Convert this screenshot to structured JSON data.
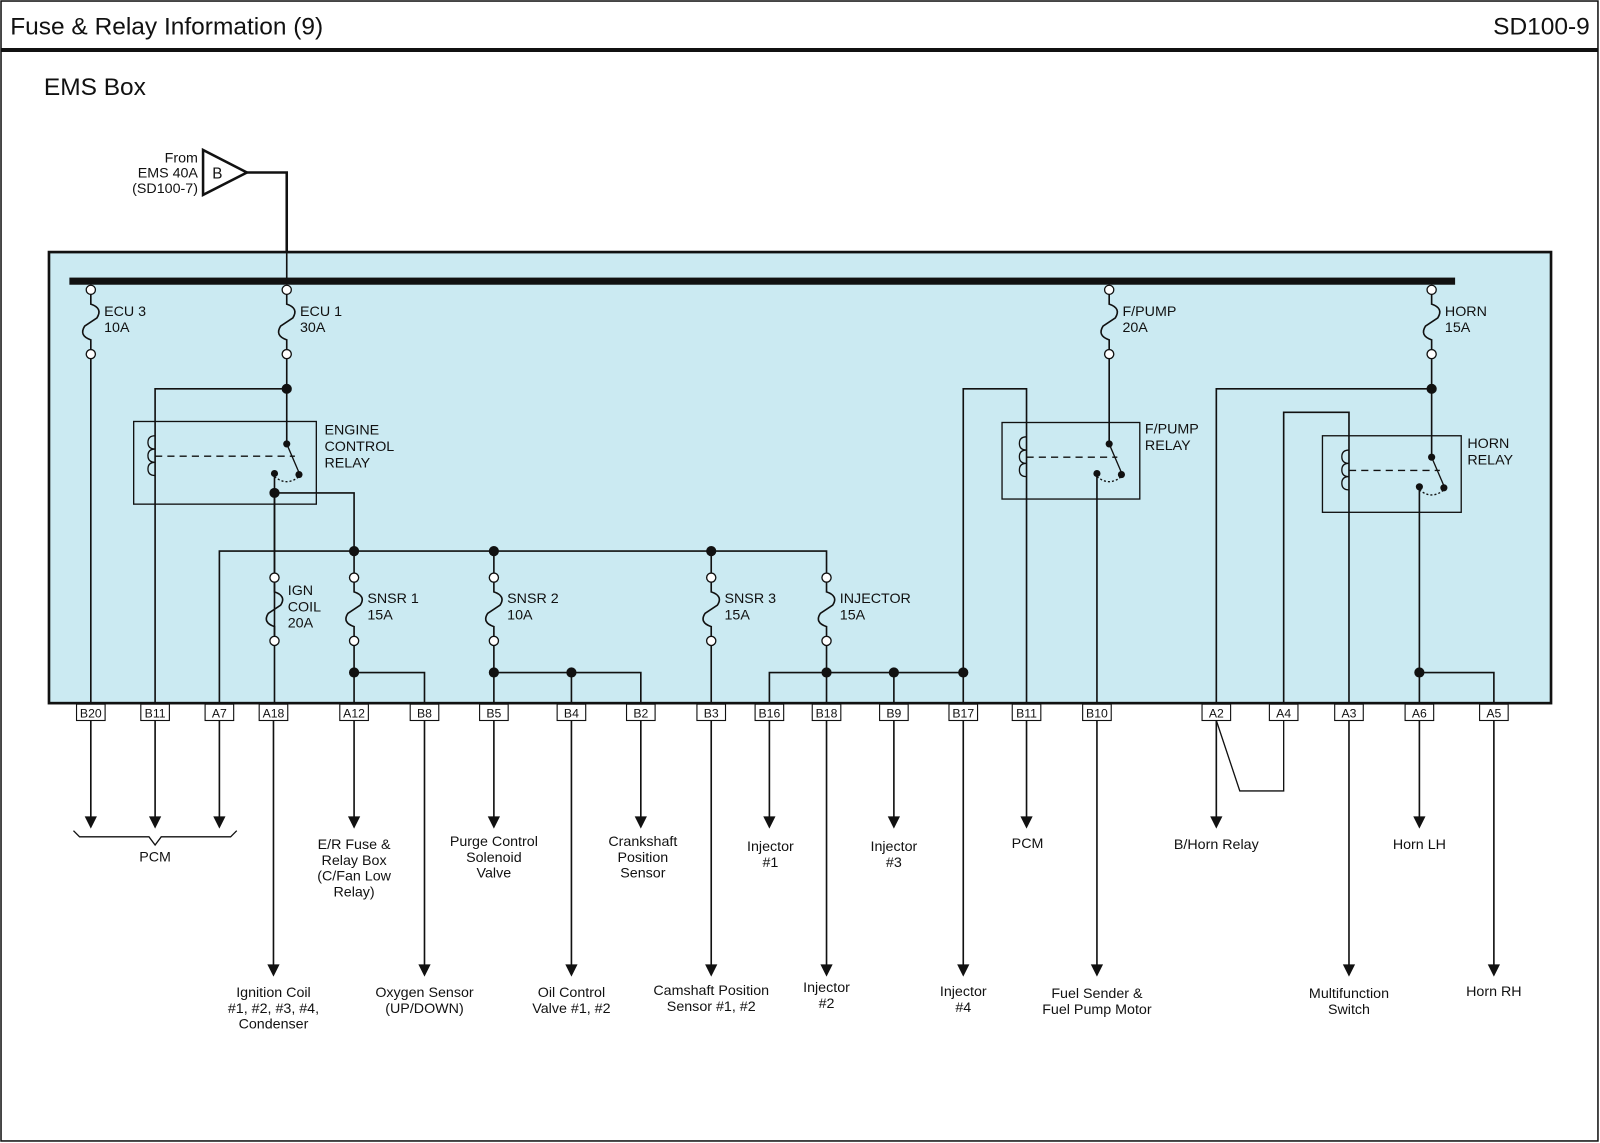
{
  "header": {
    "title": "Fuse & Relay Information (9)",
    "page_code": "SD100-9"
  },
  "section_title": "EMS Box",
  "source": {
    "connector_letter": "B",
    "label_lines": [
      "From",
      "EMS 40A",
      "(SD100-7)"
    ]
  },
  "fuses": [
    {
      "id": "ecu3",
      "name": "ECU 3",
      "rating": "10A"
    },
    {
      "id": "ecu1",
      "name": "ECU 1",
      "rating": "30A"
    },
    {
      "id": "fpump",
      "name": "F/PUMP",
      "rating": "20A"
    },
    {
      "id": "horn",
      "name": "HORN",
      "rating": "15A"
    },
    {
      "id": "igncoil",
      "name": "IGN COIL",
      "rating": "20A"
    },
    {
      "id": "snsr1",
      "name": "SNSR 1",
      "rating": "15A"
    },
    {
      "id": "snsr2",
      "name": "SNSR 2",
      "rating": "10A"
    },
    {
      "id": "snsr3",
      "name": "SNSR 3",
      "rating": "15A"
    },
    {
      "id": "injector",
      "name": "INJECTOR",
      "rating": "15A"
    }
  ],
  "relays": [
    {
      "id": "engine",
      "label_lines": [
        "ENGINE",
        "CONTROL",
        "RELAY"
      ]
    },
    {
      "id": "fpump",
      "label_lines": [
        "F/PUMP",
        "RELAY"
      ]
    },
    {
      "id": "horn",
      "label_lines": [
        "HORN",
        "RELAY"
      ]
    }
  ],
  "pins": [
    "B20",
    "B11",
    "A7",
    "A18",
    "A12",
    "B8",
    "B5",
    "B4",
    "B2",
    "B3",
    "B16",
    "B18",
    "B9",
    "B17",
    "B11",
    "B10",
    "A2",
    "A4",
    "A3",
    "A6",
    "A5"
  ],
  "destinations": [
    {
      "id": "pcm_group",
      "lines": [
        "PCM"
      ]
    },
    {
      "id": "er_fuse",
      "lines": [
        "E/R Fuse &",
        "Relay Box",
        "(C/Fan Low",
        "Relay)"
      ]
    },
    {
      "id": "purge",
      "lines": [
        "Purge Control",
        "Solenoid",
        "Valve"
      ]
    },
    {
      "id": "crank",
      "lines": [
        "Crankshaft",
        "Position",
        "Sensor"
      ]
    },
    {
      "id": "inj1",
      "lines": [
        "Injector",
        "#1"
      ]
    },
    {
      "id": "inj3",
      "lines": [
        "Injector",
        "#3"
      ]
    },
    {
      "id": "pcm2",
      "lines": [
        "PCM"
      ]
    },
    {
      "id": "bhorn",
      "lines": [
        "B/Horn Relay"
      ]
    },
    {
      "id": "hornlh",
      "lines": [
        "Horn LH"
      ]
    },
    {
      "id": "ign",
      "lines": [
        "Ignition Coil",
        "#1, #2, #3, #4,",
        "Condenser"
      ]
    },
    {
      "id": "o2",
      "lines": [
        "Oxygen Sensor",
        "(UP/DOWN)"
      ]
    },
    {
      "id": "ocv",
      "lines": [
        "Oil Control",
        "Valve #1, #2"
      ]
    },
    {
      "id": "cam",
      "lines": [
        "Camshaft Position",
        "Sensor #1, #2"
      ]
    },
    {
      "id": "inj2",
      "lines": [
        "Injector",
        "#2"
      ]
    },
    {
      "id": "inj4",
      "lines": [
        "Injector",
        "#4"
      ]
    },
    {
      "id": "fuel",
      "lines": [
        "Fuel Sender &",
        "Fuel Pump Motor"
      ]
    },
    {
      "id": "mfs",
      "lines": [
        "Multifunction",
        "Switch"
      ]
    },
    {
      "id": "hornrh",
      "lines": [
        "Horn RH"
      ]
    }
  ],
  "colors": {
    "box_fill": "#cbeaf2",
    "line": "#111111"
  }
}
